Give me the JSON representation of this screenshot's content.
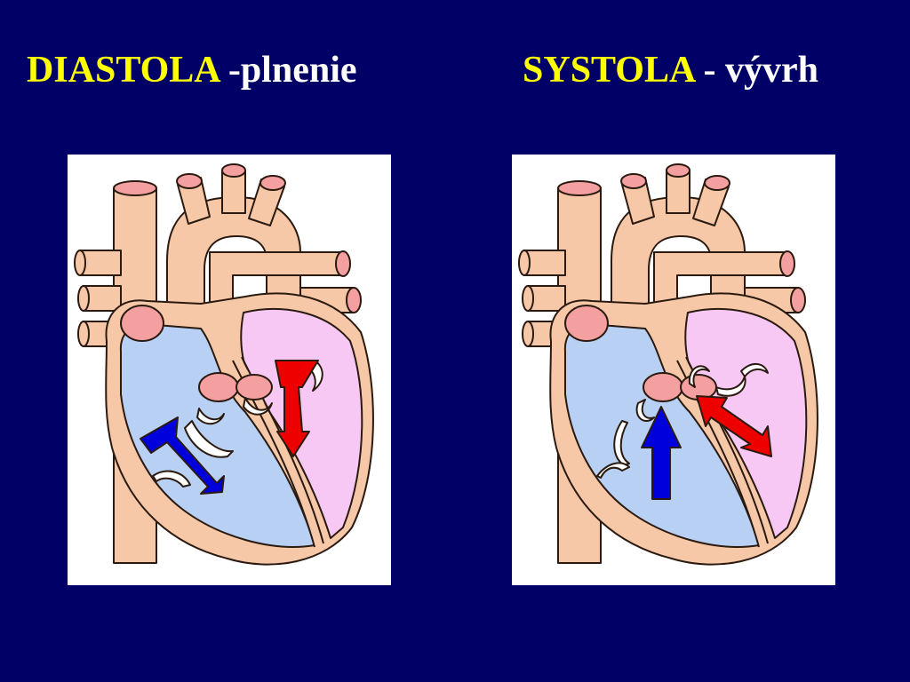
{
  "slide": {
    "background": "#000066",
    "accent_color": "#ffff00",
    "text_color": "#ffffff"
  },
  "titles": {
    "diastole": {
      "keyword": "DIASTOLA",
      "rest": " -plnenie"
    },
    "systole": {
      "keyword": "SYSTOLA",
      "rest": " - výv­rh"
    }
  },
  "diagrams": {
    "colors": {
      "tissue": "#f7c8a8",
      "tissue_outline": "#2a1a10",
      "vessel_cut": "#f4a0a0",
      "right_chambers": "#b8d0f4",
      "left_chambers": "#f8c8f4",
      "deoxygenated_arrow": "#0000dd",
      "oxygenated_arrow": "#ee0000"
    },
    "diastole": {
      "phase": "filling",
      "arrows": [
        "blue-down-right",
        "red-down"
      ]
    },
    "systole": {
      "phase": "ejection",
      "arrows": [
        "blue-up",
        "red-up-left"
      ]
    }
  }
}
